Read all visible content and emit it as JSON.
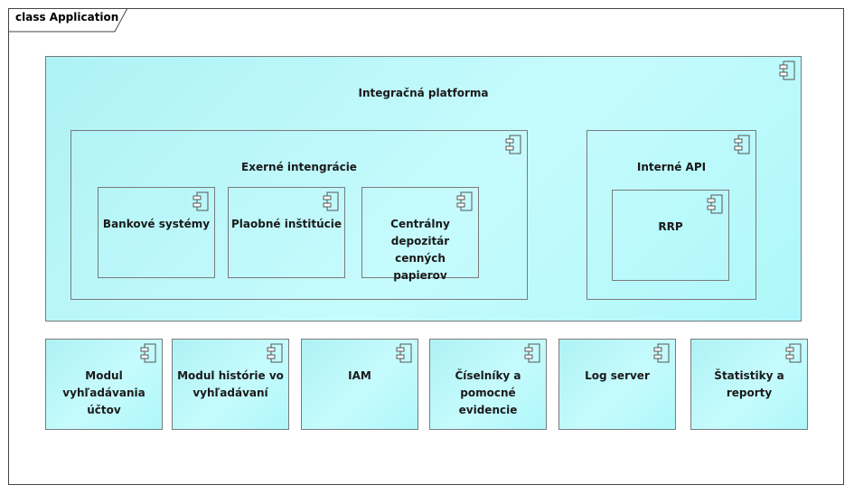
{
  "diagram": {
    "frame_label": "class Application",
    "platform": {
      "label": "Integračná platforma",
      "external": {
        "label": "Exerné intengrácie",
        "items": [
          "Bankové systémy",
          "Plaobné inštitúcie",
          "Centrálny depozitár cenných papierov"
        ]
      },
      "internal": {
        "label": "Interné API",
        "items": [
          "RRP"
        ]
      }
    },
    "modules": [
      "Modul vyhľadávania účtov",
      "Modul histórie vo vyhľadávaní",
      "IAM",
      "Číselníky a pomocné evidencie",
      "Log server",
      "Štatistiky a reporty"
    ],
    "colors": {
      "component_fill": "#b3f7fa",
      "border": "#7a7a7a"
    },
    "icon": "component-icon"
  }
}
